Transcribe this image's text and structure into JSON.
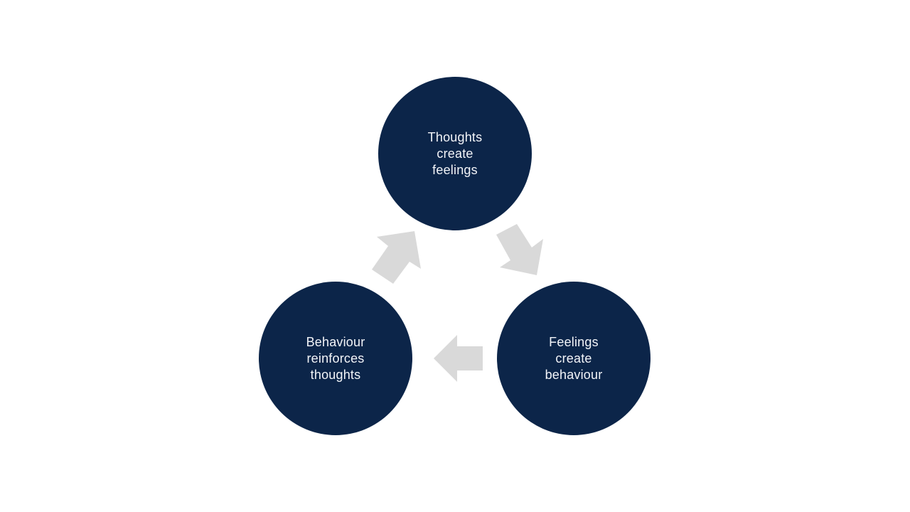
{
  "diagram": {
    "type": "cycle",
    "colors": {
      "node_fill": "#0c2549",
      "node_text": "#f2f4f8",
      "arrow_fill": "#d9d9d9"
    },
    "nodes": [
      {
        "id": "thoughts",
        "lines": [
          "Thoughts",
          "create",
          "feelings"
        ]
      },
      {
        "id": "feelings",
        "lines": [
          "Feelings",
          "create",
          "behaviour"
        ]
      },
      {
        "id": "behaviour",
        "lines": [
          "Behaviour",
          "reinforces",
          "thoughts"
        ]
      }
    ],
    "edges": [
      {
        "from": "thoughts",
        "to": "feelings"
      },
      {
        "from": "feelings",
        "to": "behaviour"
      },
      {
        "from": "behaviour",
        "to": "thoughts"
      }
    ]
  }
}
